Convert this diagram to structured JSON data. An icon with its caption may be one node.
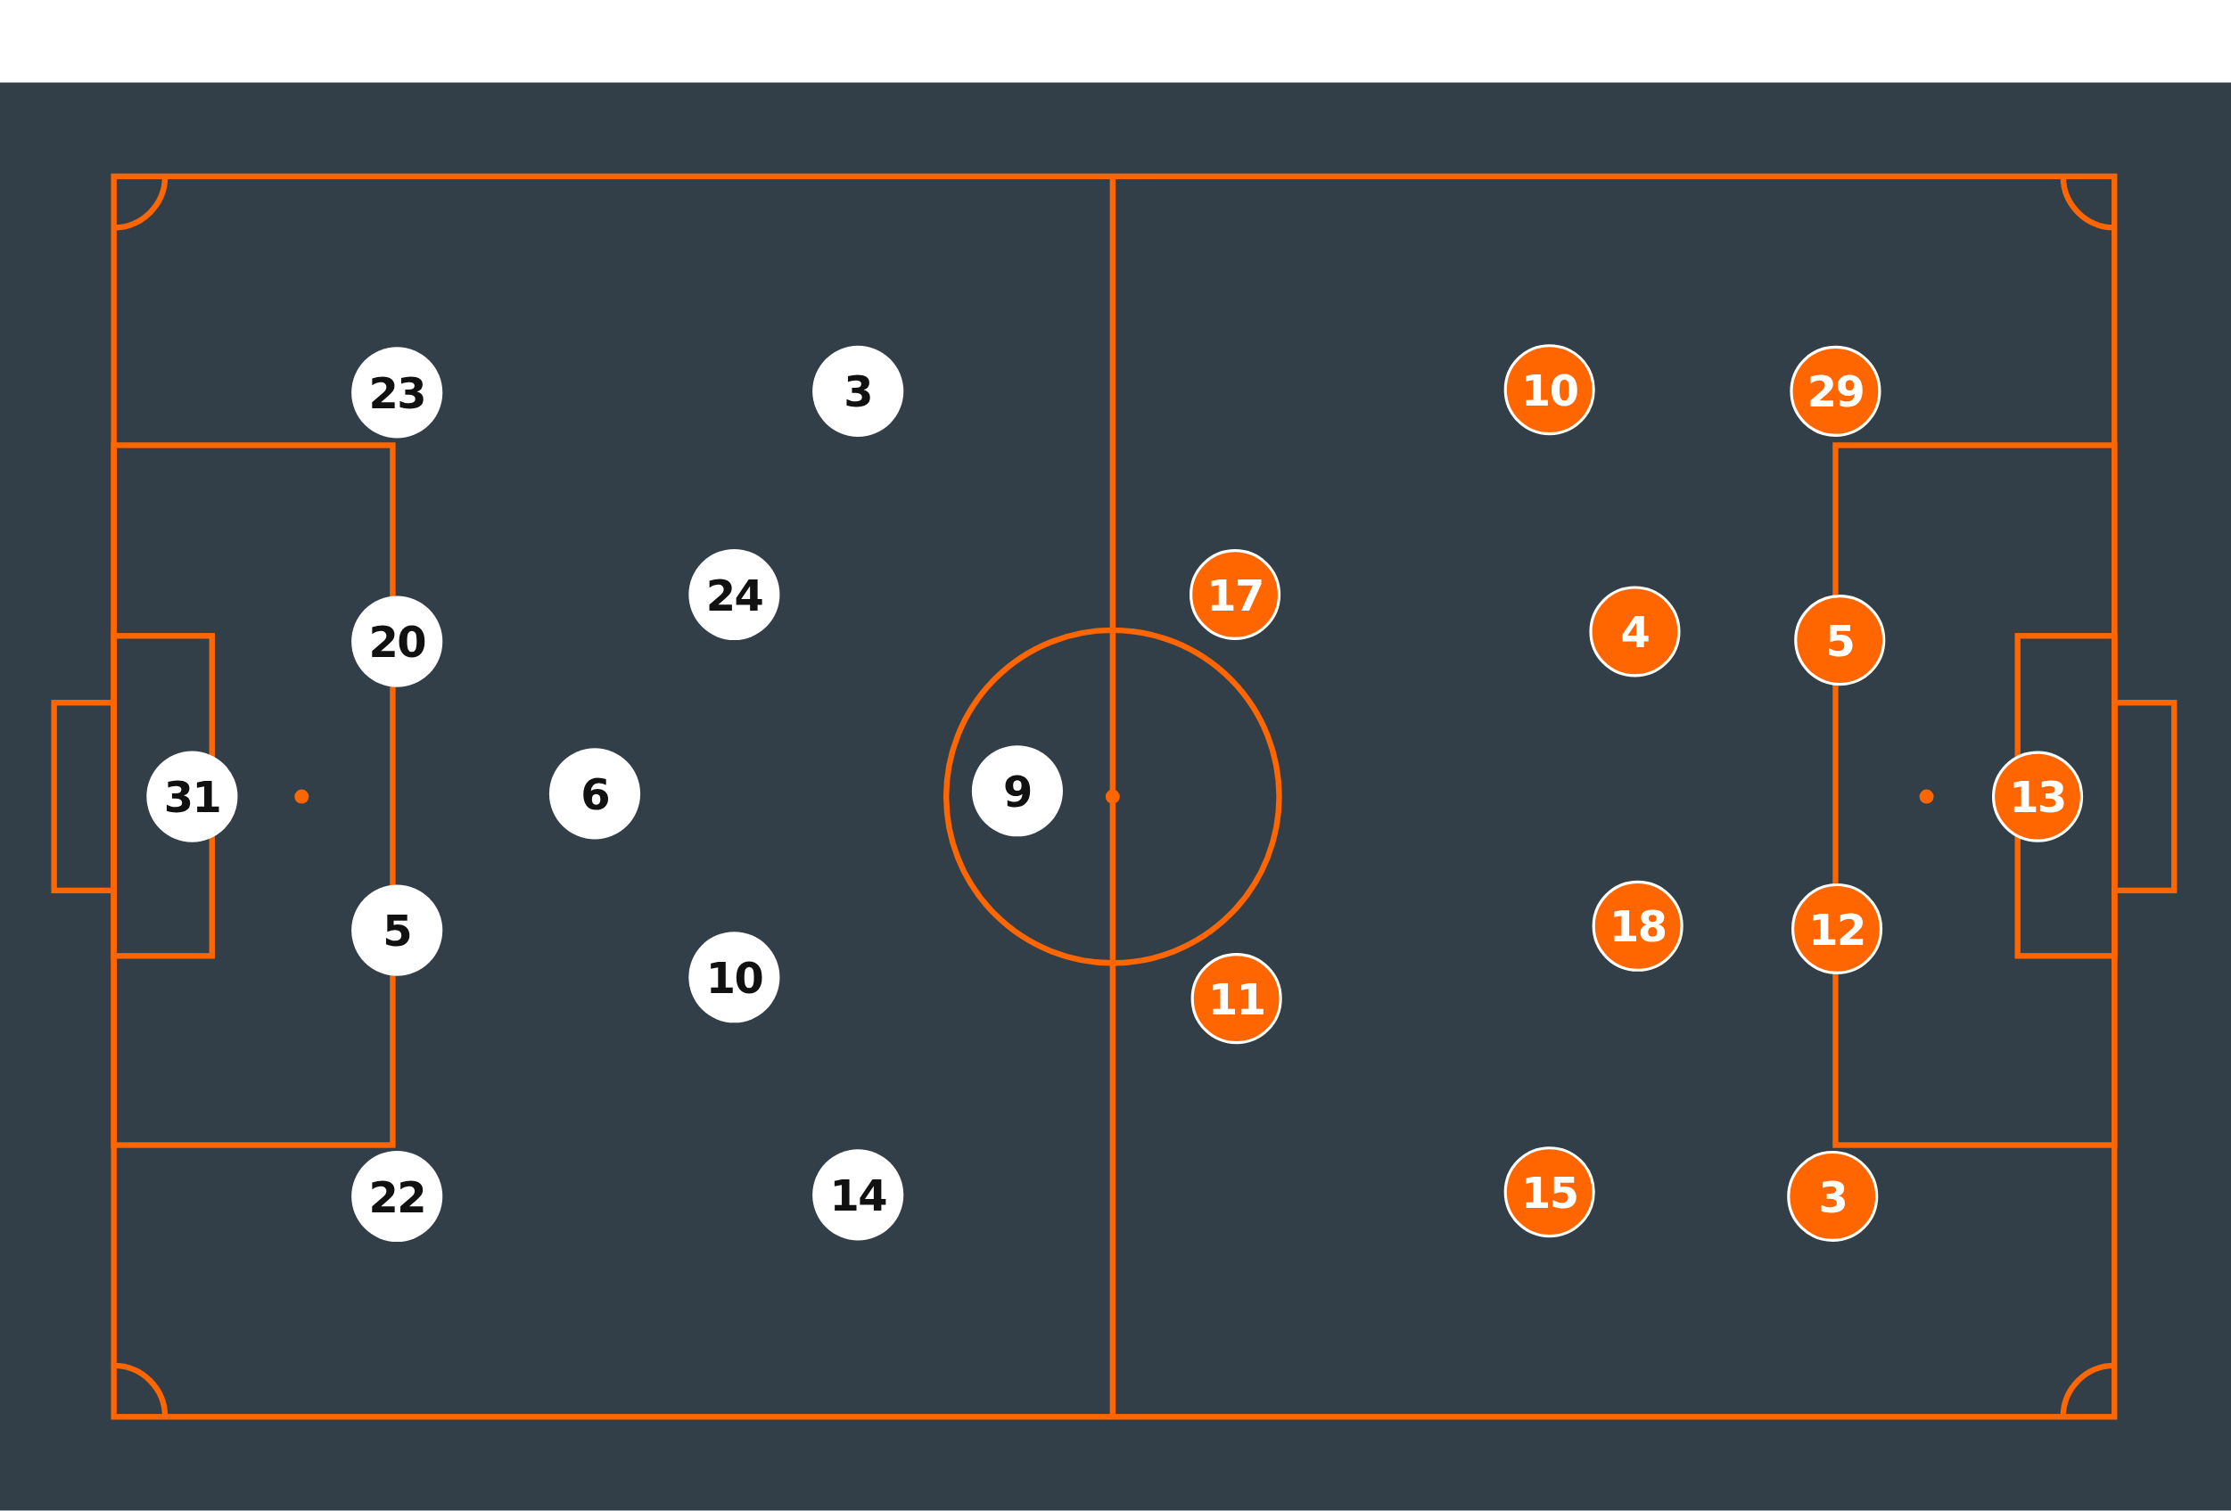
{
  "diagram": {
    "nodes": [
      {
        "text": [
          "23"
        ]
      },
      {
        "text": [
          "3"
        ]
      },
      {
        "text": [
          "20"
        ]
      },
      {
        "text": [
          "24"
        ]
      },
      {
        "text": [
          "31"
        ]
      },
      {
        "text": [
          "6"
        ]
      },
      {
        "text": [
          "9"
        ]
      },
      {
        "text": [
          "5"
        ]
      },
      {
        "text": [
          "10"
        ]
      },
      {
        "text": [
          "22"
        ]
      },
      {
        "text": [
          "14"
        ]
      },
      {
        "text": [
          "10"
        ]
      },
      {
        "text": [
          "29"
        ]
      },
      {
        "text": [
          "17"
        ]
      },
      {
        "text": [
          "4"
        ]
      },
      {
        "text": [
          "5"
        ]
      },
      {
        "text": [
          "13"
        ]
      },
      {
        "text": [
          "18"
        ]
      },
      {
        "text": [
          "12"
        ]
      },
      {
        "text": [
          "11"
        ]
      },
      {
        "text": [
          "15"
        ]
      },
      {
        "text": [
          "3"
        ]
      }
    ]
  }
}
